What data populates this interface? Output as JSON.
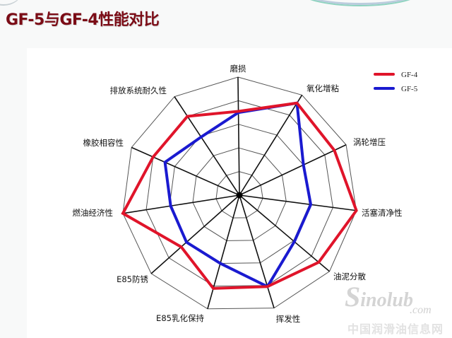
{
  "slide": {
    "title": "GF-5与GF-4性能对比"
  },
  "watermark": {
    "logo": "S",
    "logo_rest": "inolub",
    "domain_suffix": ".com",
    "site_name": "中国润滑油信息网"
  },
  "chart_data": {
    "type": "radar",
    "title": "GF-5与GF-4性能对比",
    "categories": [
      "磨损",
      "氧化增粘",
      "涡轮增压",
      "活塞清净性",
      "油泥分散",
      "挥发性",
      "E85乳化保持",
      "E85防锈",
      "燃油经济性",
      "橡胶相容性",
      "排放系统耐久性"
    ],
    "series": [
      {
        "name": "GF-4",
        "color": "#e0142a",
        "values": [
          0.71,
          0.92,
          0.89,
          1.0,
          0.88,
          0.81,
          0.82,
          0.66,
          1.0,
          0.8,
          0.8
        ]
      },
      {
        "name": "GF-5",
        "color": "#1a1ad0",
        "values": [
          0.7,
          0.92,
          0.6,
          0.61,
          0.61,
          0.81,
          0.6,
          0.6,
          0.59,
          0.69,
          0.59
        ]
      }
    ],
    "rings": 5,
    "range": [
      0,
      1
    ],
    "grid": true,
    "legend_position": "top-right"
  }
}
